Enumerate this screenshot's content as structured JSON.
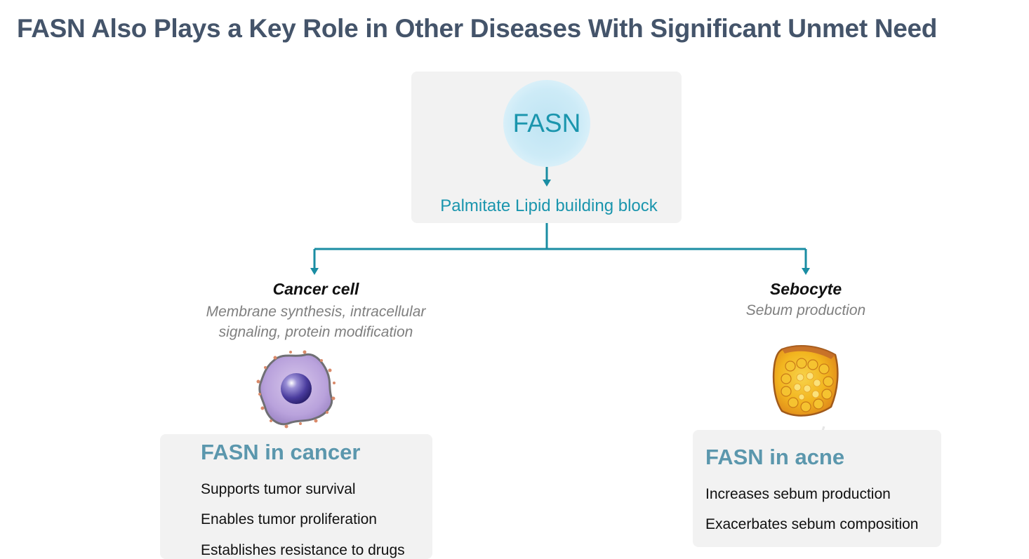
{
  "title": "FASN Also Plays a Key Role in Other Diseases With Significant Unmet Need",
  "top": {
    "enzyme_label": "FASN",
    "product_label": "Palmitate Lipid building block"
  },
  "cancer": {
    "cell_title": "Cancer cell",
    "cell_desc_line1": "Membrane synthesis, intracellular",
    "cell_desc_line2": "signaling, protein modification",
    "box_heading": "FASN in cancer",
    "items": [
      "Supports tumor survival",
      "Enables tumor proliferation",
      "Establishes resistance to drugs"
    ]
  },
  "acne": {
    "cell_title": "Sebocyte",
    "cell_desc": "Sebum production",
    "box_heading": "FASN in acne",
    "items": [
      "Increases sebum production",
      "Exacerbates sebum composition"
    ]
  },
  "colors": {
    "title": "#44546a",
    "accent_teal": "#1a95ad",
    "box_heading": "#5b97ad",
    "panel_bg": "#f2f2f2",
    "connector": "#1a8da3"
  }
}
